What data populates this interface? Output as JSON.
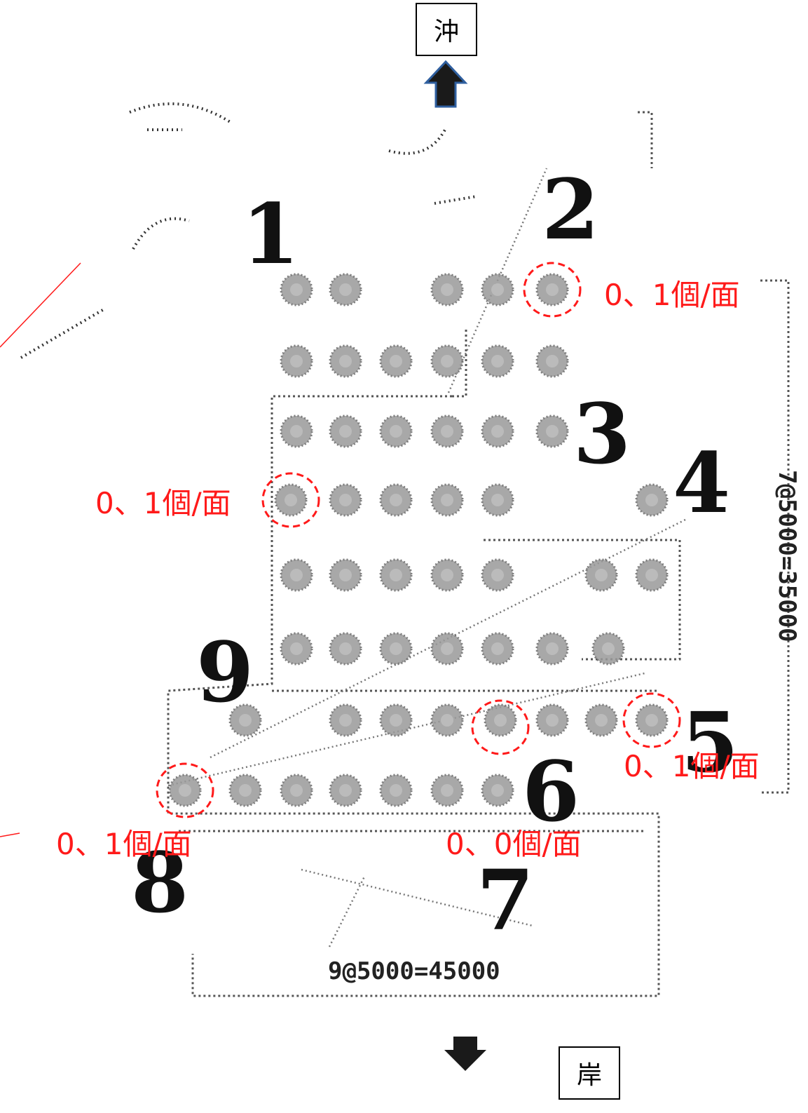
{
  "directions": {
    "offshore": "沖",
    "shore": "岸"
  },
  "zones": [
    "1",
    "2",
    "3",
    "4",
    "5",
    "6",
    "7",
    "8",
    "9"
  ],
  "annotations": [
    "0、1個/面",
    "0、1個/面",
    "0、1個/面",
    "0、0個/面",
    "0、1個/面"
  ],
  "dimensions": {
    "horizontal": "9@5000=45000",
    "vertical": "7@5000=35000"
  },
  "colors": {
    "annotation": "#ff1a1a",
    "arrow_fill": "#1a1a1a",
    "arrow_outline": "#2f5f9f",
    "block_fill": "#9a9a9a"
  }
}
